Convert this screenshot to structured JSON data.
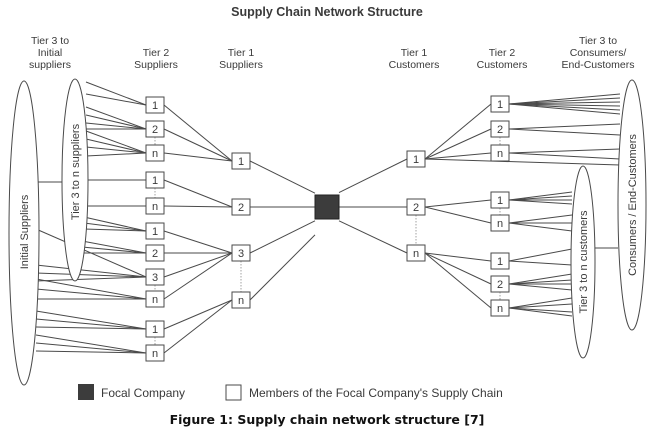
{
  "title": "Supply Chain Network Structure",
  "headers": {
    "tier3_suppliers": [
      "Tier 3 to",
      "Initial",
      "suppliers"
    ],
    "tier2_suppliers": [
      "Tier 2",
      "Suppliers"
    ],
    "tier1_suppliers": [
      "Tier 1",
      "Suppliers"
    ],
    "tier1_customers": [
      "Tier 1",
      "Customers"
    ],
    "tier2_customers": [
      "Tier 2",
      "Customers"
    ],
    "tier3_customers": [
      "Tier 3 to",
      "Consumers/",
      "End-Customers"
    ]
  },
  "ellipses": {
    "initial_suppliers": "Initial Suppliers",
    "tier3_to_n_suppliers": "Tier 3 to n suppliers",
    "tier3_to_n_customers": "Tier 3 to n customers",
    "consumers": "Consumers / End-Customers"
  },
  "nodes": {
    "supplier_tier2": [
      "1",
      "2",
      "n",
      "1",
      "n",
      "1",
      "2",
      "3",
      "n",
      "1",
      "n"
    ],
    "supplier_tier1": [
      "1",
      "2",
      "3",
      "n"
    ],
    "customer_tier1": [
      "1",
      "2",
      "n"
    ],
    "customer_tier2": [
      "1",
      "2",
      "n",
      "1",
      "n",
      "1",
      "2",
      "n"
    ]
  },
  "legend": {
    "focal": "Focal Company",
    "members": "Members of the Focal Company's Supply Chain"
  },
  "caption": "Figure 1: Supply chain network structure [7]",
  "colors": {
    "line": "#4a4a4a",
    "focal": "#3c3c3c",
    "text": "#3a3a3a"
  }
}
